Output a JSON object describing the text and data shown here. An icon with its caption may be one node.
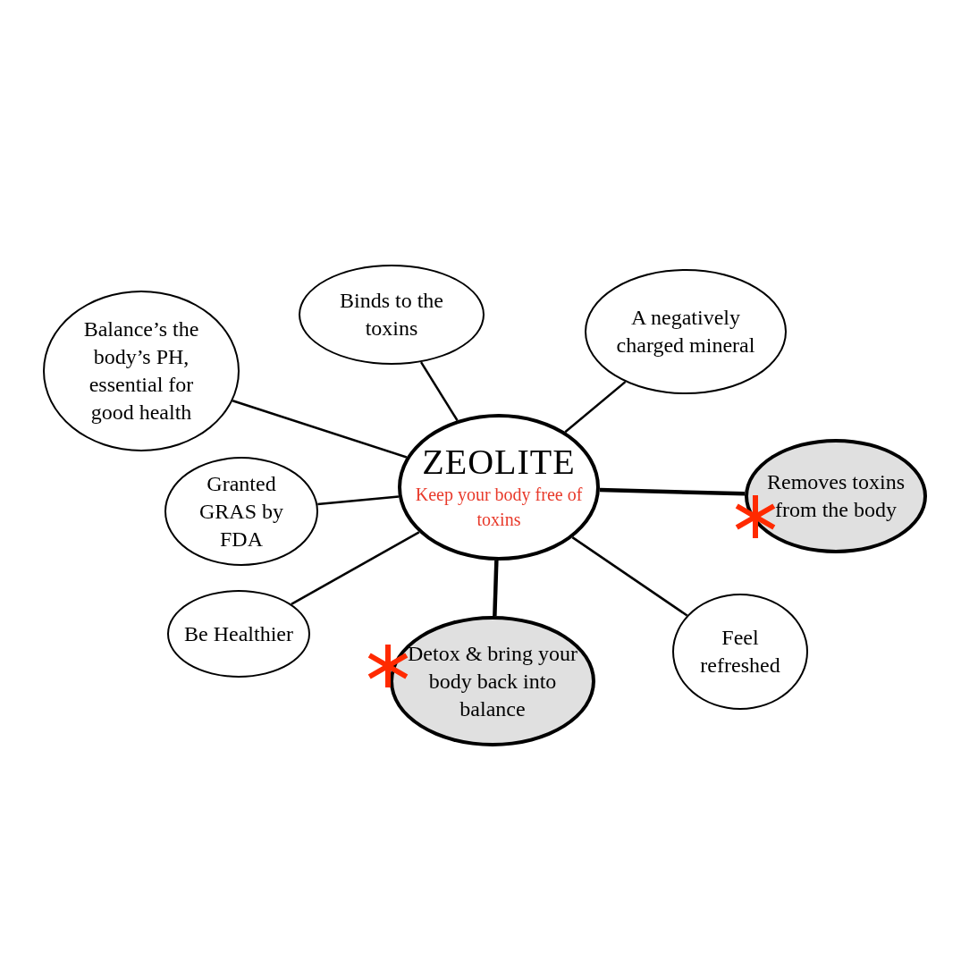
{
  "diagram": {
    "nodes": [
      {
        "text": [
          "ZEOLITE",
          "Keep your body free of toxins"
        ]
      },
      {
        "text": [
          "Balance’s the body’s PH, essential for good health"
        ]
      },
      {
        "text": [
          "Binds to the toxins"
        ]
      },
      {
        "text": [
          "A negatively charged mineral"
        ]
      },
      {
        "text": [
          "Granted GRAS by FDA"
        ]
      },
      {
        "text": [
          "Removes toxins from the body"
        ]
      },
      {
        "text": [
          "Be Healthier"
        ]
      },
      {
        "text": [
          "Detox & bring your body back into balance"
        ]
      },
      {
        "text": [
          "Feel refreshed"
        ]
      }
    ],
    "edges": [
      {
        "from": 0,
        "to": 1,
        "arrow": "none"
      },
      {
        "from": 0,
        "to": 2,
        "arrow": "none"
      },
      {
        "from": 0,
        "to": 3,
        "arrow": "none"
      },
      {
        "from": 0,
        "to": 4,
        "arrow": "none"
      },
      {
        "from": 0,
        "to": 5,
        "arrow": "none",
        "style": "thick"
      },
      {
        "from": 0,
        "to": 6,
        "arrow": "none"
      },
      {
        "from": 0,
        "to": 7,
        "arrow": "none",
        "style": "thick"
      },
      {
        "from": 0,
        "to": 8,
        "arrow": "none"
      }
    ]
  }
}
